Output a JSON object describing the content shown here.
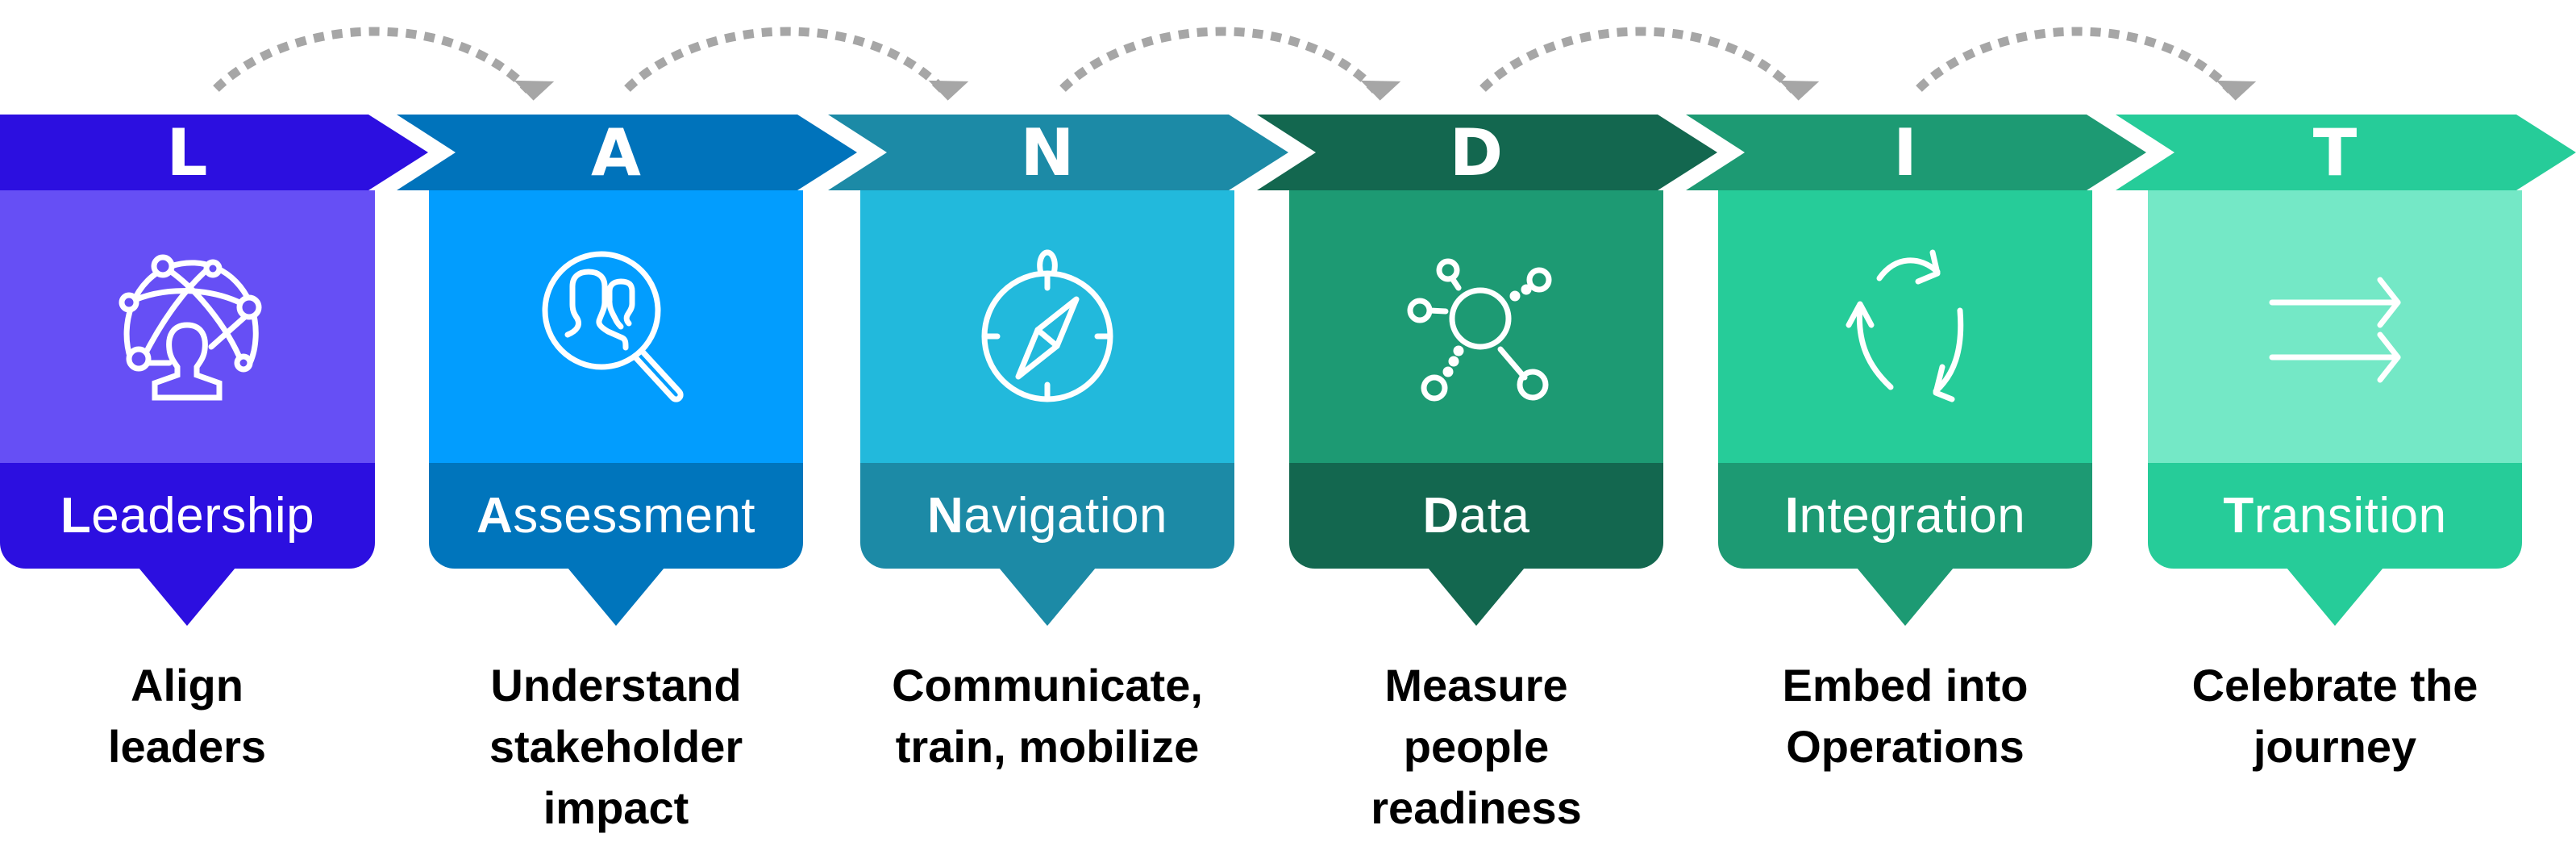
{
  "diagram": {
    "title": "LANDIT",
    "arrow_color": "#a6a6a6",
    "steps": [
      {
        "letter": "L",
        "initial": "L",
        "rest": "eadership",
        "label": "Leadership",
        "description_lines": [
          "Align",
          "leaders"
        ],
        "icon": "globe-network-person-icon",
        "colors": {
          "header": "#2c0fe0",
          "body": "#664ff5",
          "label": "#2c0fe0"
        }
      },
      {
        "letter": "A",
        "initial": "A",
        "rest": "ssessment",
        "label": "Assessment",
        "description_lines": [
          "Understand",
          "stakeholder",
          "impact"
        ],
        "icon": "magnifier-people-icon",
        "colors": {
          "header": "#0073bb",
          "body": "#029dfe",
          "label": "#0075bc"
        }
      },
      {
        "letter": "N",
        "initial": "N",
        "rest": "avigation",
        "label": "Navigation",
        "description_lines": [
          "Communicate,",
          "train, mobilize"
        ],
        "icon": "compass-icon",
        "colors": {
          "header": "#1c8aa6",
          "body": "#22b9dc",
          "label": "#1c8aa6"
        }
      },
      {
        "letter": "D",
        "initial": "D",
        "rest": "ata",
        "label": "Data",
        "description_lines": [
          "Measure",
          "people",
          "readiness"
        ],
        "icon": "data-network-icon",
        "colors": {
          "header": "#13674f",
          "body": "#1d9a73",
          "label": "#13674f"
        }
      },
      {
        "letter": "I",
        "initial": "I",
        "rest": "ntegration",
        "label": "Integration",
        "description_lines": [
          "Embed into",
          "Operations"
        ],
        "icon": "cycle-arrows-icon",
        "colors": {
          "header": "#1d9a73",
          "body": "#26cc99",
          "label": "#1d9a73"
        }
      },
      {
        "letter": "T",
        "initial": "T",
        "rest": "ransition",
        "label": "Transition",
        "description_lines": [
          "Celebrate the",
          "journey"
        ],
        "icon": "double-right-arrows-icon",
        "colors": {
          "header": "#26cc99",
          "body": "#74e8c6",
          "label": "#26cc99"
        }
      }
    ]
  }
}
